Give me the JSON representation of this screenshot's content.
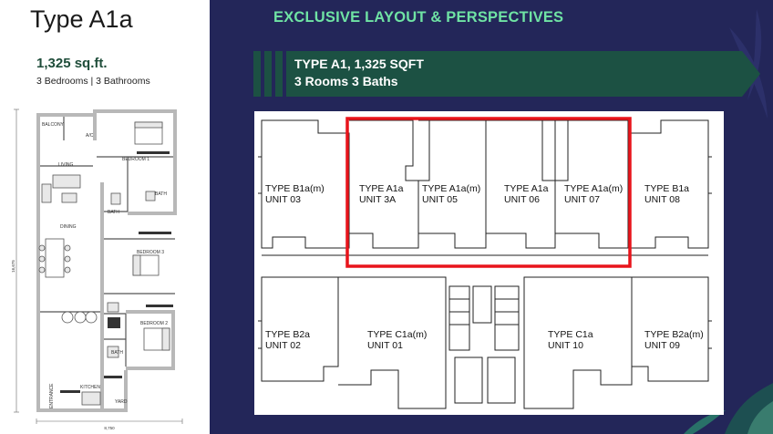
{
  "left": {
    "title": "Type A1a",
    "area": "1,325 sq.ft.",
    "rooms": "3 Bedrooms | 3 Bathrooms",
    "plan_labels": {
      "balcony": "BALCONY",
      "ac": "A/C",
      "living": "LIVING",
      "bedroom1": "BEDROOM 1",
      "bath_top": "BATH",
      "bath_mid": "BATH",
      "dining": "DINING",
      "bedroom2": "BEDROOM 2",
      "bedroom3": "BEDROOM 3",
      "bath_low": "BATH",
      "kitchen": "KITCHEN",
      "entrance": "ENTRANCE",
      "yard": "YARD",
      "dim_height": "16,675",
      "dim_width": "8,750"
    }
  },
  "right": {
    "heading": "EXCLUSIVE LAYOUT & PERSPECTIVES",
    "banner_line1": "TYPE A1, 1,325 SQFT",
    "banner_line2": "3 Rooms 3 Baths",
    "units": [
      {
        "type": "TYPE B1a(m)",
        "unit": "UNIT 03"
      },
      {
        "type": "TYPE A1a",
        "unit": "UNIT 3A"
      },
      {
        "type": "TYPE A1a(m)",
        "unit": "UNIT 05"
      },
      {
        "type": "TYPE A1a",
        "unit": "UNIT 06"
      },
      {
        "type": "TYPE A1a(m)",
        "unit": "UNIT 07"
      },
      {
        "type": "TYPE B1a",
        "unit": "UNIT 08"
      },
      {
        "type": "TYPE B2a",
        "unit": "UNIT 02"
      },
      {
        "type": "TYPE C1a(m)",
        "unit": "UNIT 01"
      },
      {
        "type": "TYPE C1a",
        "unit": "UNIT 10"
      },
      {
        "type": "TYPE B2a(m)",
        "unit": "UNIT 09"
      }
    ],
    "colors": {
      "panel_bg": "#232659",
      "heading": "#6fe3a4",
      "banner": "#1c5143",
      "highlight": "#e8141b"
    }
  }
}
